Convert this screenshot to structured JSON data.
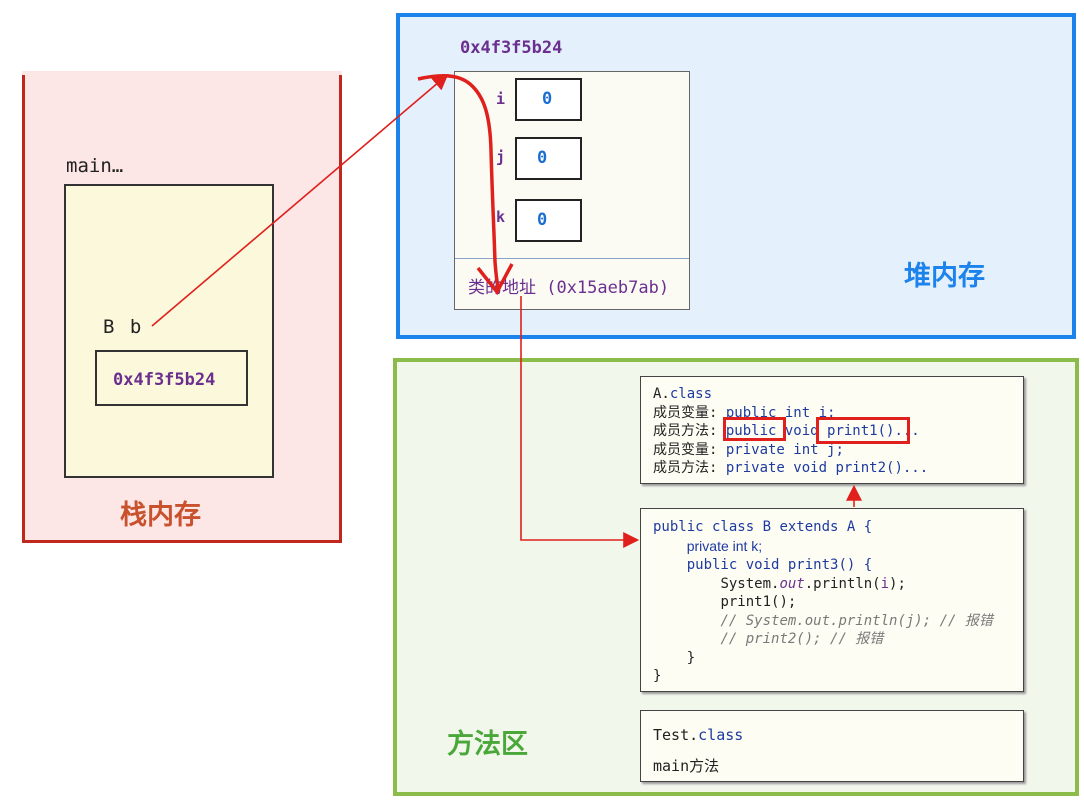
{
  "stack": {
    "title": "栈内存",
    "frame_label": "main…",
    "var_label": "B b",
    "var_value": "0x4f3f5b24"
  },
  "heap": {
    "title": "堆内存",
    "object_address": "0x4f3f5b24",
    "fields": [
      {
        "name": "i",
        "value": "0"
      },
      {
        "name": "j",
        "value": "0"
      },
      {
        "name": "k",
        "value": "0"
      }
    ],
    "class_address": "类的地址 (0x15aeb7ab)"
  },
  "method_area": {
    "title": "方法区",
    "class_a": {
      "lines": [
        {
          "p": "A.",
          "k": "class",
          "r": ""
        },
        {
          "p": "成员变量: ",
          "k": "public int ",
          "r": "i;"
        },
        {
          "p": "成员方法: ",
          "k": "public",
          "r": " void ",
          "m": "print1()",
          "e": "..."
        },
        {
          "p": "成员变量: ",
          "k": "private int ",
          "r": "j;"
        },
        {
          "p": "成员方法: ",
          "k": "private void ",
          "r": "print2()..."
        }
      ]
    },
    "class_b": {
      "l1a": "public class ",
      "l1b": "B ",
      "l1c": "extends ",
      "l1d": "A {",
      "l2": "private int k;",
      "l3a": "public void ",
      "l3b": "print3() {",
      "l4a": "System.",
      "l4b": "out",
      "l4c": ".println(",
      "l4d": "i",
      "l4e": ");",
      "l5": "print1();",
      "l6": "// System.out.println(j); // 报错",
      "l7": "// print2(); // 报错",
      "l8": "}",
      "l9": "}"
    },
    "test_class": {
      "name": "Test.",
      "kw": "class",
      "method": "main方法"
    }
  },
  "colors": {
    "stack_border": "#c0281e",
    "heap_border": "#1c83ec",
    "method_border": "#8bbc4a",
    "arrow": "#e0201c"
  }
}
